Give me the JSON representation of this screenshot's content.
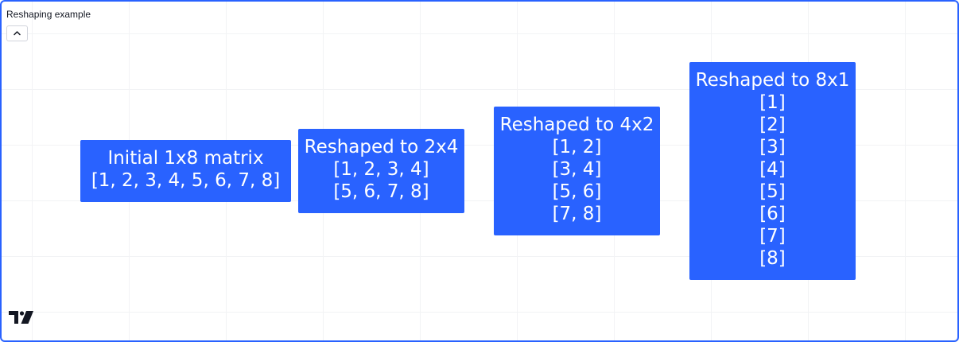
{
  "chart": {
    "title": "Reshaping example"
  },
  "controls": {
    "collapse_icon": "chevron-up-icon"
  },
  "logo": {
    "icon": "tradingview-logo-icon"
  },
  "colors": {
    "accent": "#2962ff",
    "label_text": "#ffffff",
    "border": "#2962ff"
  },
  "labels": [
    {
      "heading": "Initial 1x8 matrix",
      "rows": [
        "[1, 2, 3, 4, 5, 6, 7, 8]"
      ]
    },
    {
      "heading": "Reshaped to 2x4",
      "rows": [
        "[1, 2, 3, 4]",
        "[5, 6, 7, 8]"
      ]
    },
    {
      "heading": "Reshaped to 4x2",
      "rows": [
        "[1, 2]",
        "[3, 4]",
        "[5, 6]",
        "[7, 8]"
      ]
    },
    {
      "heading": "Reshaped to 8x1",
      "rows": [
        "[1]",
        "[2]",
        "[3]",
        "[4]",
        "[5]",
        "[6]",
        "[7]",
        "[8]"
      ]
    }
  ]
}
